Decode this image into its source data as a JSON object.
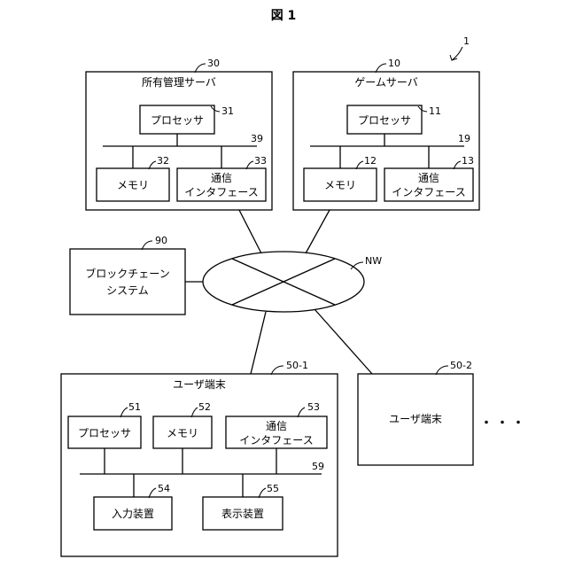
{
  "figure_title": "図 1",
  "system_ref": "1",
  "servers": {
    "ownership": {
      "label": "所有管理サーバ",
      "ref": "30",
      "processor": {
        "label": "プロセッサ",
        "ref": "31"
      },
      "bus_ref": "39",
      "memory": {
        "label": "メモリ",
        "ref": "32"
      },
      "comm": {
        "line1": "通信",
        "line2": "インタフェース",
        "ref": "33"
      }
    },
    "game": {
      "label": "ゲームサーバ",
      "ref": "10",
      "processor": {
        "label": "プロセッサ",
        "ref": "11"
      },
      "bus_ref": "19",
      "memory": {
        "label": "メモリ",
        "ref": "12"
      },
      "comm": {
        "line1": "通信",
        "line2": "インタフェース",
        "ref": "13"
      }
    }
  },
  "blockchain": {
    "line1": "ブロックチェーン",
    "line2": "システム",
    "ref": "90"
  },
  "network": {
    "ref": "NW"
  },
  "terminal1": {
    "label": "ユーザ端末",
    "ref": "50-1",
    "processor": {
      "label": "プロセッサ",
      "ref": "51"
    },
    "memory": {
      "label": "メモリ",
      "ref": "52"
    },
    "comm": {
      "line1": "通信",
      "line2": "インタフェース",
      "ref": "53"
    },
    "bus_ref": "59",
    "input": {
      "label": "入力装置",
      "ref": "54"
    },
    "display": {
      "label": "表示装置",
      "ref": "55"
    }
  },
  "terminal2": {
    "label": "ユーザ端末",
    "ref": "50-2"
  },
  "ellipsis": "・・・"
}
